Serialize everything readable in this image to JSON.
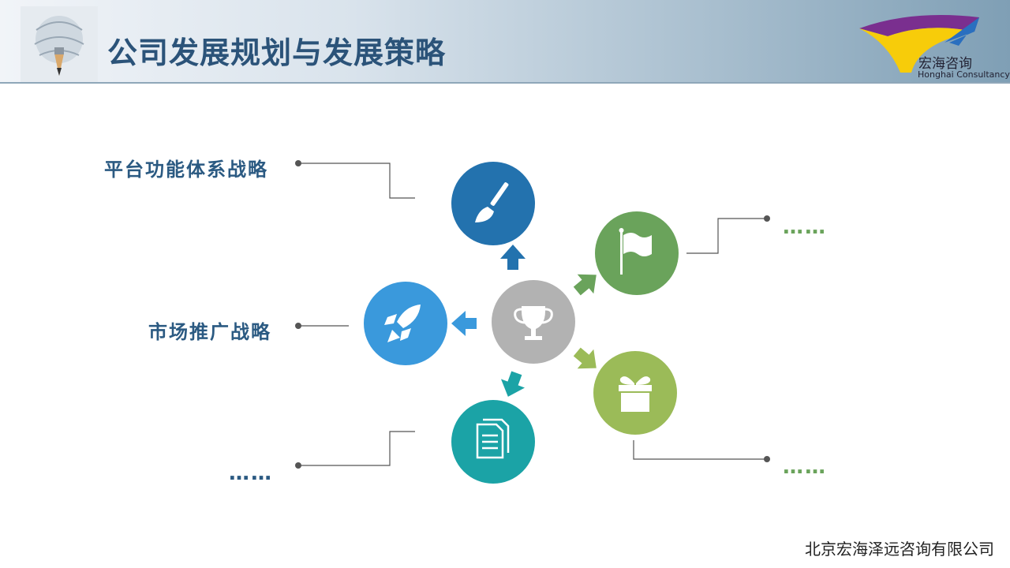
{
  "header": {
    "title": "公司发展规划与发展策略",
    "logo_cn": "宏海咨询",
    "logo_en": "Honghai Consultancy"
  },
  "labels": {
    "top_left": "平台功能体系战略",
    "mid_left": "市场推广战略",
    "bottom_left": "……",
    "top_right": "……",
    "bottom_right": "……"
  },
  "icons": {
    "center": "trophy-icon",
    "top": "paintbrush-icon",
    "left": "rocket-icon",
    "bottom": "document-icon",
    "upper_right": "flag-icon",
    "lower_right": "gift-icon"
  },
  "colors": {
    "center": "#b2b2b2",
    "top": "#2372ae",
    "left": "#3a99dc",
    "bottom": "#1ba3a6",
    "upper_right": "#6aa35b",
    "lower_right": "#9bbb58",
    "title": "#2b5379",
    "label": "#2b5a82"
  },
  "footer": {
    "company": "北京宏海泽远咨询有限公司"
  }
}
